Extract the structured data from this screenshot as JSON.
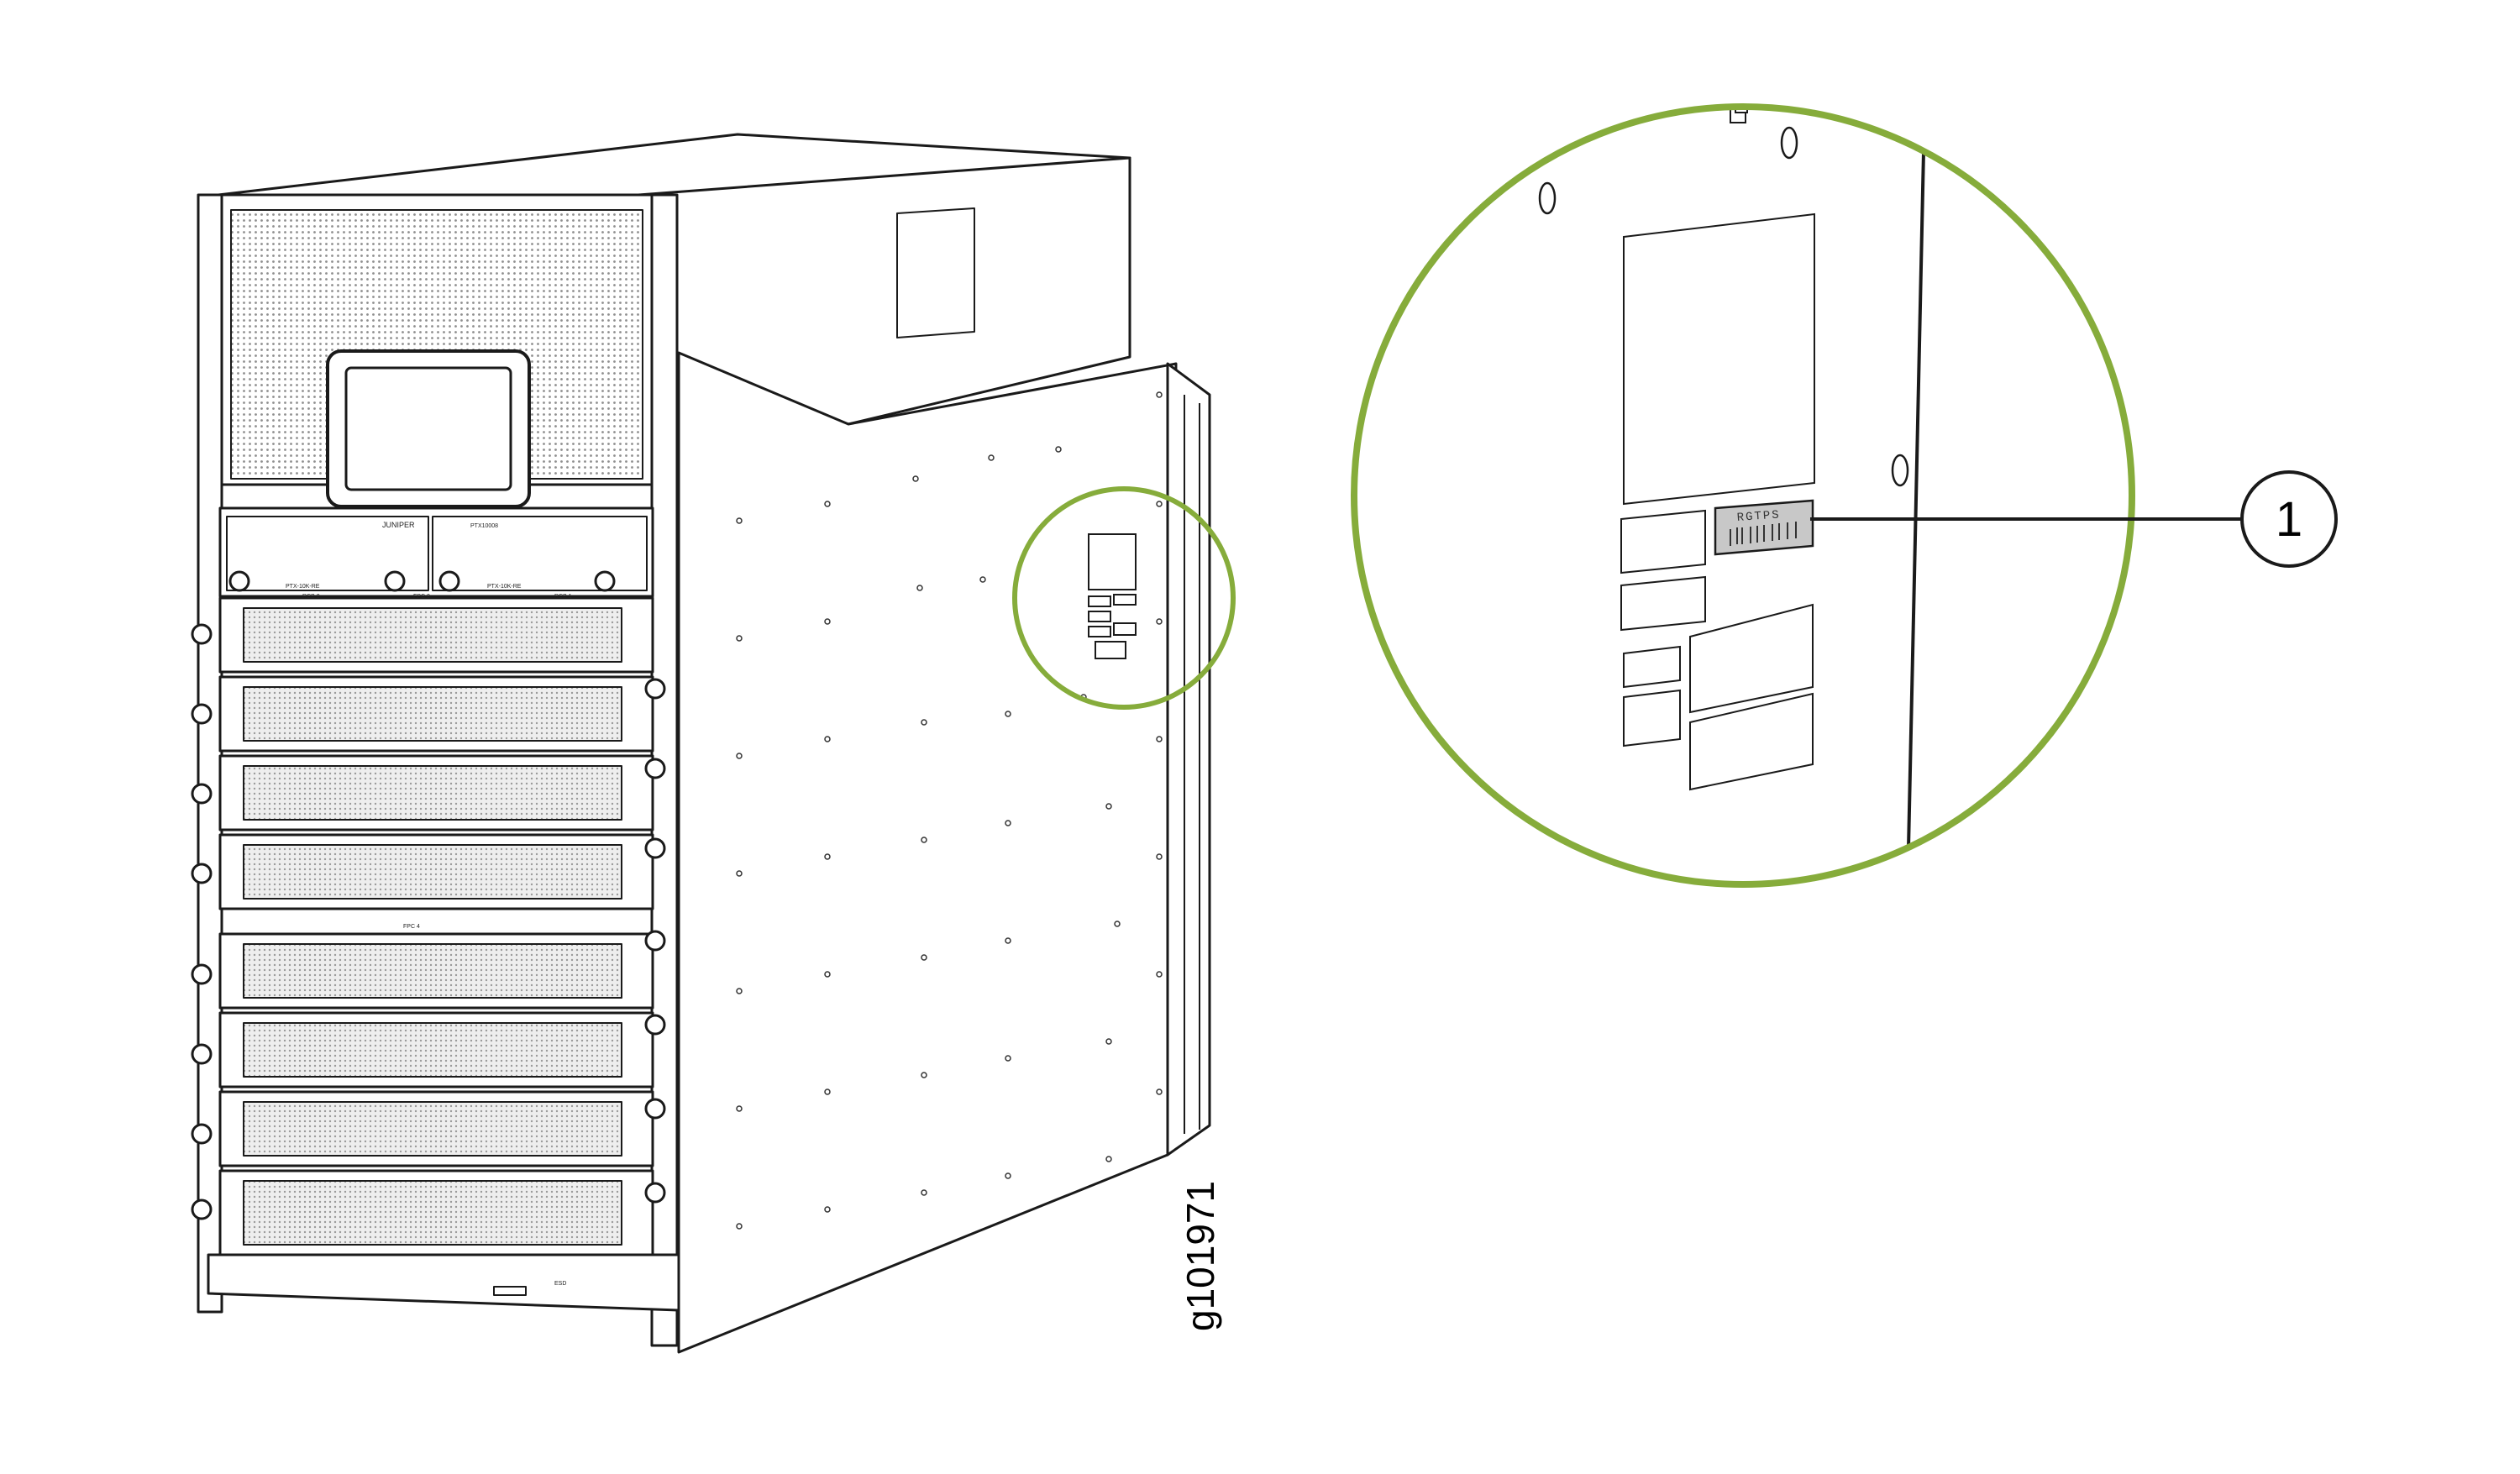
{
  "brand_logo_text": "JUNIPER",
  "chassis": {
    "display_model": "PTX10008",
    "rcb_labels": [
      "RCB 0",
      "RCB 1"
    ],
    "module_labels": [
      "PTX-10K-RE",
      "PTX-10K-RE"
    ],
    "center_slot_label": "FPC 0",
    "fpc_marker": "FPC 4",
    "bottom_badge": "ESD"
  },
  "zoom_detail": {
    "serial_label_text": "RGTPS"
  },
  "callouts": [
    {
      "number": "1"
    }
  ],
  "figure_id": "g101971",
  "colors": {
    "callout_ring": "#86ac3b",
    "line": "#1a1a1a",
    "panel": "#f2f2f2",
    "label_fill": "#c8c8c8"
  },
  "icons": [
    "screw-icon",
    "handle-icon",
    "barcode-icon",
    "esd-icon"
  ]
}
